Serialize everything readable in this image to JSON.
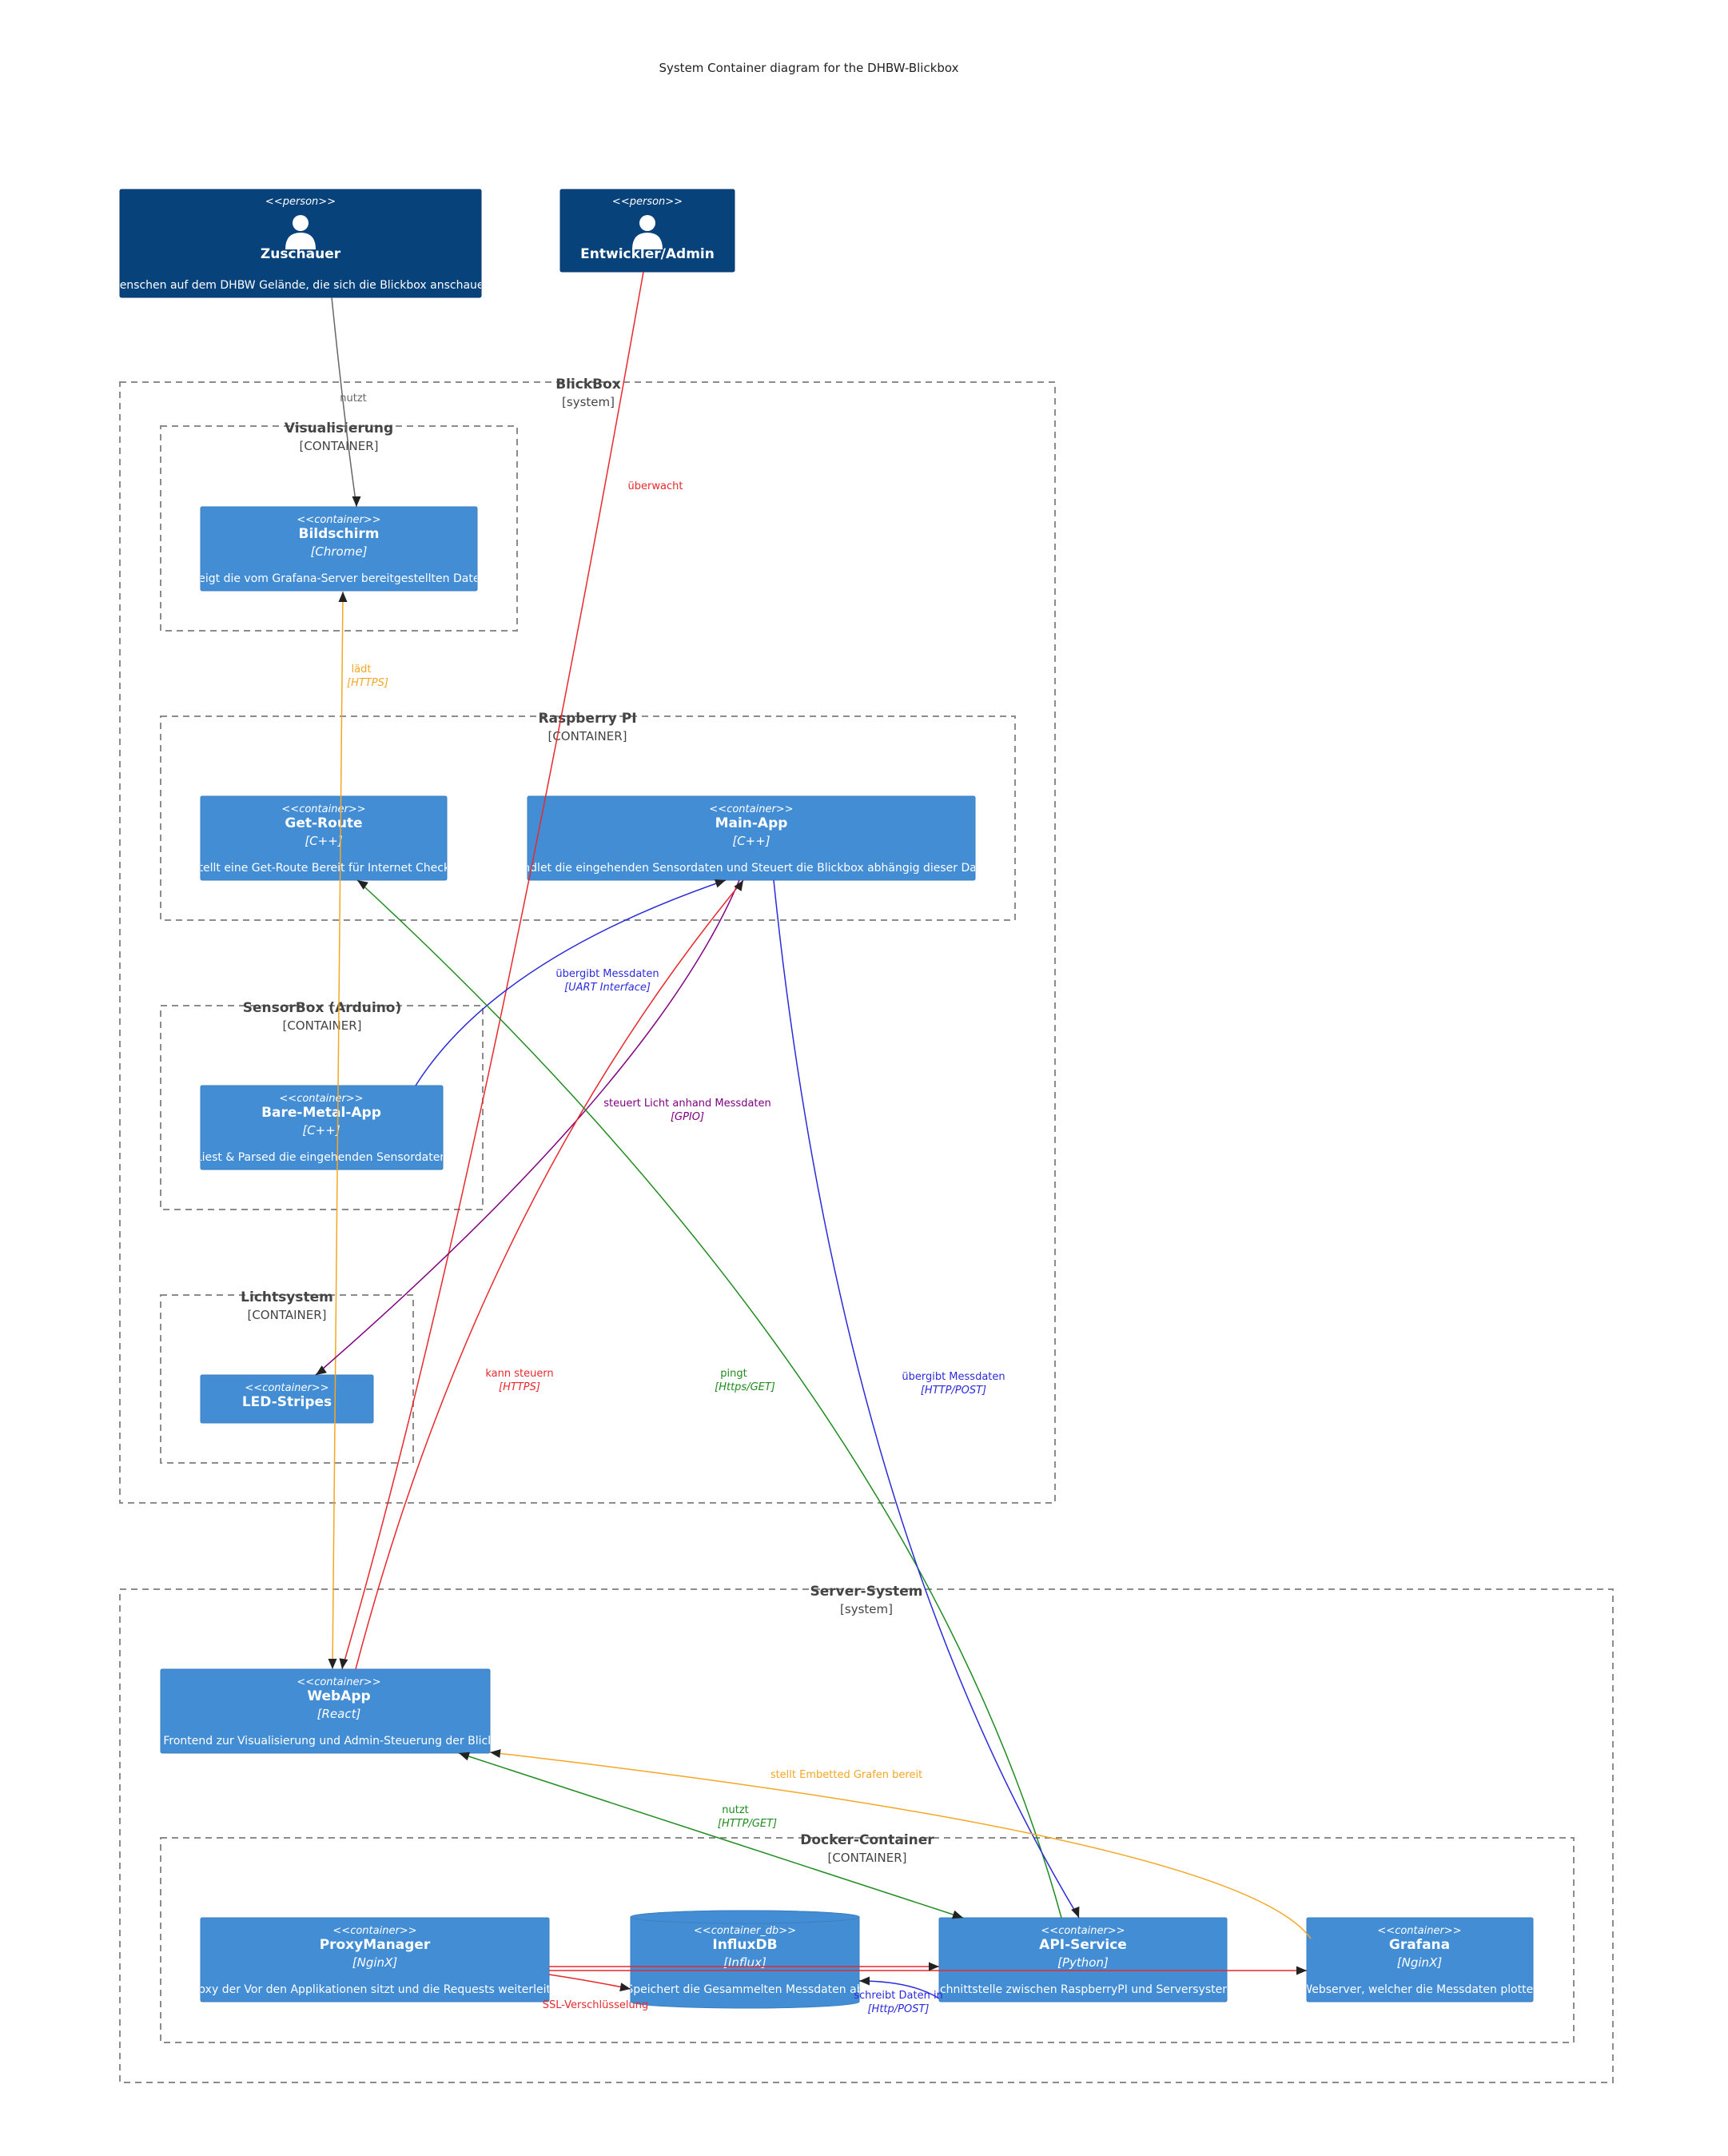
{
  "title": "System Container diagram for the DHBW-Blickbox",
  "colors": {
    "container": "#438dd5",
    "person": "#08427b",
    "boundary": "#8c8c8c",
    "gray": "#666666",
    "red": "#e8292d",
    "orange": "#f5a623",
    "blue": "#2b2bdb",
    "purple": "#800080",
    "green": "#1e8c1e"
  },
  "persons": {
    "zuschauer": {
      "stereo": "<<person>>",
      "name": "Zuschauer",
      "desc": "Menschen auf dem DHBW Gelände, die sich die Blickbox anschauen",
      "icon": "person-icon"
    },
    "entwickler": {
      "stereo": "<<person>>",
      "name": "Entwickler/Admin",
      "icon": "person-icon"
    }
  },
  "boundaries": {
    "blickbox": {
      "title": "BlickBox",
      "type": "[system]"
    },
    "visualisierung": {
      "title": "Visualisierung",
      "type": "[CONTAINER]"
    },
    "raspberry": {
      "title": "Raspberry PI",
      "type": "[CONTAINER]"
    },
    "sensorbox": {
      "title": "SensorBox (Arduino)",
      "type": "[CONTAINER]"
    },
    "lichtsystem": {
      "title": "Lichtsystem",
      "type": "[CONTAINER]"
    },
    "server": {
      "title": "Server-System",
      "type": "[system]"
    },
    "docker": {
      "title": "Docker-Container",
      "type": "[CONTAINER]"
    }
  },
  "containers": {
    "bildschirm": {
      "stereo": "<<container>>",
      "name": "Bildschirm",
      "tech": "[Chrome]",
      "desc": "Zeigt die vom Grafana-Server bereitgestellten Daten"
    },
    "getroute": {
      "stereo": "<<container>>",
      "name": "Get-Route",
      "tech": "[C++]",
      "desc": "Stellt eine Get-Route Bereit für Internet Checks"
    },
    "mainapp": {
      "stereo": "<<container>>",
      "name": "Main-App",
      "tech": "[C++]",
      "desc": "Handlet die eingehenden Sensordaten und Steuert die Blickbox abhängig dieser Daten"
    },
    "baremetal": {
      "stereo": "<<container>>",
      "name": "Bare-Metal-App",
      "tech": "[C++]",
      "desc": "Liest & Parsed die eingehenden Sensordaten"
    },
    "ledstripes": {
      "stereo": "<<container>>",
      "name": "LED-Stripes"
    },
    "webapp": {
      "stereo": "<<container>>",
      "name": "WebApp",
      "tech": "[React]",
      "desc": "Frontend zur Visualisierung und Admin-Steuerung der Blickbox"
    },
    "proxymanager": {
      "stereo": "<<container>>",
      "name": "ProxyManager",
      "tech": "[NginX]",
      "desc": "Proxy der Vor den Applikationen sitzt und die Requests weiterleitet"
    },
    "influxdb": {
      "stereo": "<<container_db>>",
      "name": "InfluxDB",
      "tech": "[Influx]",
      "desc": "Speichert die Gesammelten Messdaten ab"
    },
    "apiservice": {
      "stereo": "<<container>>",
      "name": "API-Service",
      "tech": "[Python]",
      "desc": "Schnittstelle zwischen RaspberryPI und Serversystem"
    },
    "grafana": {
      "stereo": "<<container>>",
      "name": "Grafana",
      "tech": "[NginX]",
      "desc": "Webserver, welcher die Messdaten plottet"
    }
  },
  "relations": {
    "nutzt": {
      "label": "nutzt"
    },
    "ueberwacht": {
      "label": "überwacht"
    },
    "laedt": {
      "label": "lädt",
      "tech": "[HTTPS]"
    },
    "uebergibt_uart": {
      "label": "übergibt Messdaten",
      "tech": "[UART Interface]"
    },
    "steuert": {
      "label": "steuert Licht anhand Messdaten",
      "tech": "[GPIO]"
    },
    "kann_steuern": {
      "label": "kann steuern",
      "tech": "[HTTPS]"
    },
    "pingt": {
      "label": "pingt",
      "tech": "[Https/GET]"
    },
    "uebergibt_http": {
      "label": "übergibt Messdaten",
      "tech": "[HTTP/POST]"
    },
    "grafen": {
      "label": "stellt Embetted Grafen bereit"
    },
    "nutzt_http": {
      "label": "nutzt",
      "tech": "[HTTP/GET]"
    },
    "ssl": {
      "label": "SSL-Verschlüsselung"
    },
    "schreibt": {
      "label": "schreibt Daten in",
      "tech": "[Http/POST]"
    }
  }
}
